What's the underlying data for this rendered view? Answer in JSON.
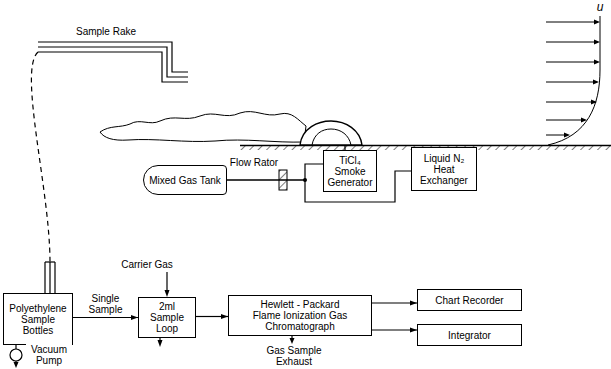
{
  "diagram": {
    "nodes": [
      {
        "text": [
          "Polyethylene Sample Bottles"
        ]
      },
      {
        "text": [
          "2ml Sample Loop"
        ]
      },
      {
        "text": [
          "Hewlett - Packard Flame Ionization Gas Chromatograph"
        ]
      },
      {
        "text": [
          "Chart Recorder"
        ]
      },
      {
        "text": [
          "Integrator"
        ]
      },
      {
        "text": [
          "Mixed Gas Tank"
        ]
      },
      {
        "text": [
          "TiCl₄ Smoke Generator"
        ]
      },
      {
        "text": [
          "Liquid N₂ Heat Exchanger"
        ]
      }
    ],
    "edges": [
      {
        "from": 0,
        "to": 1,
        "arrow": "to",
        "label": "Single Sample"
      },
      {
        "from": 1,
        "to": 2,
        "arrow": "to"
      },
      {
        "from": 2,
        "to": 3,
        "arrow": "to"
      },
      {
        "from": 2,
        "to": 4,
        "arrow": "to"
      },
      {
        "from": 5,
        "to": 6,
        "arrow": "none"
      },
      {
        "from": 5,
        "to": 7,
        "arrow": "none"
      }
    ],
    "labels": [
      "Sample Rake",
      "u",
      "Flow Rator",
      "Carrier Gas",
      "Gas Sample Exhaust",
      "Vacuum Pump"
    ]
  }
}
